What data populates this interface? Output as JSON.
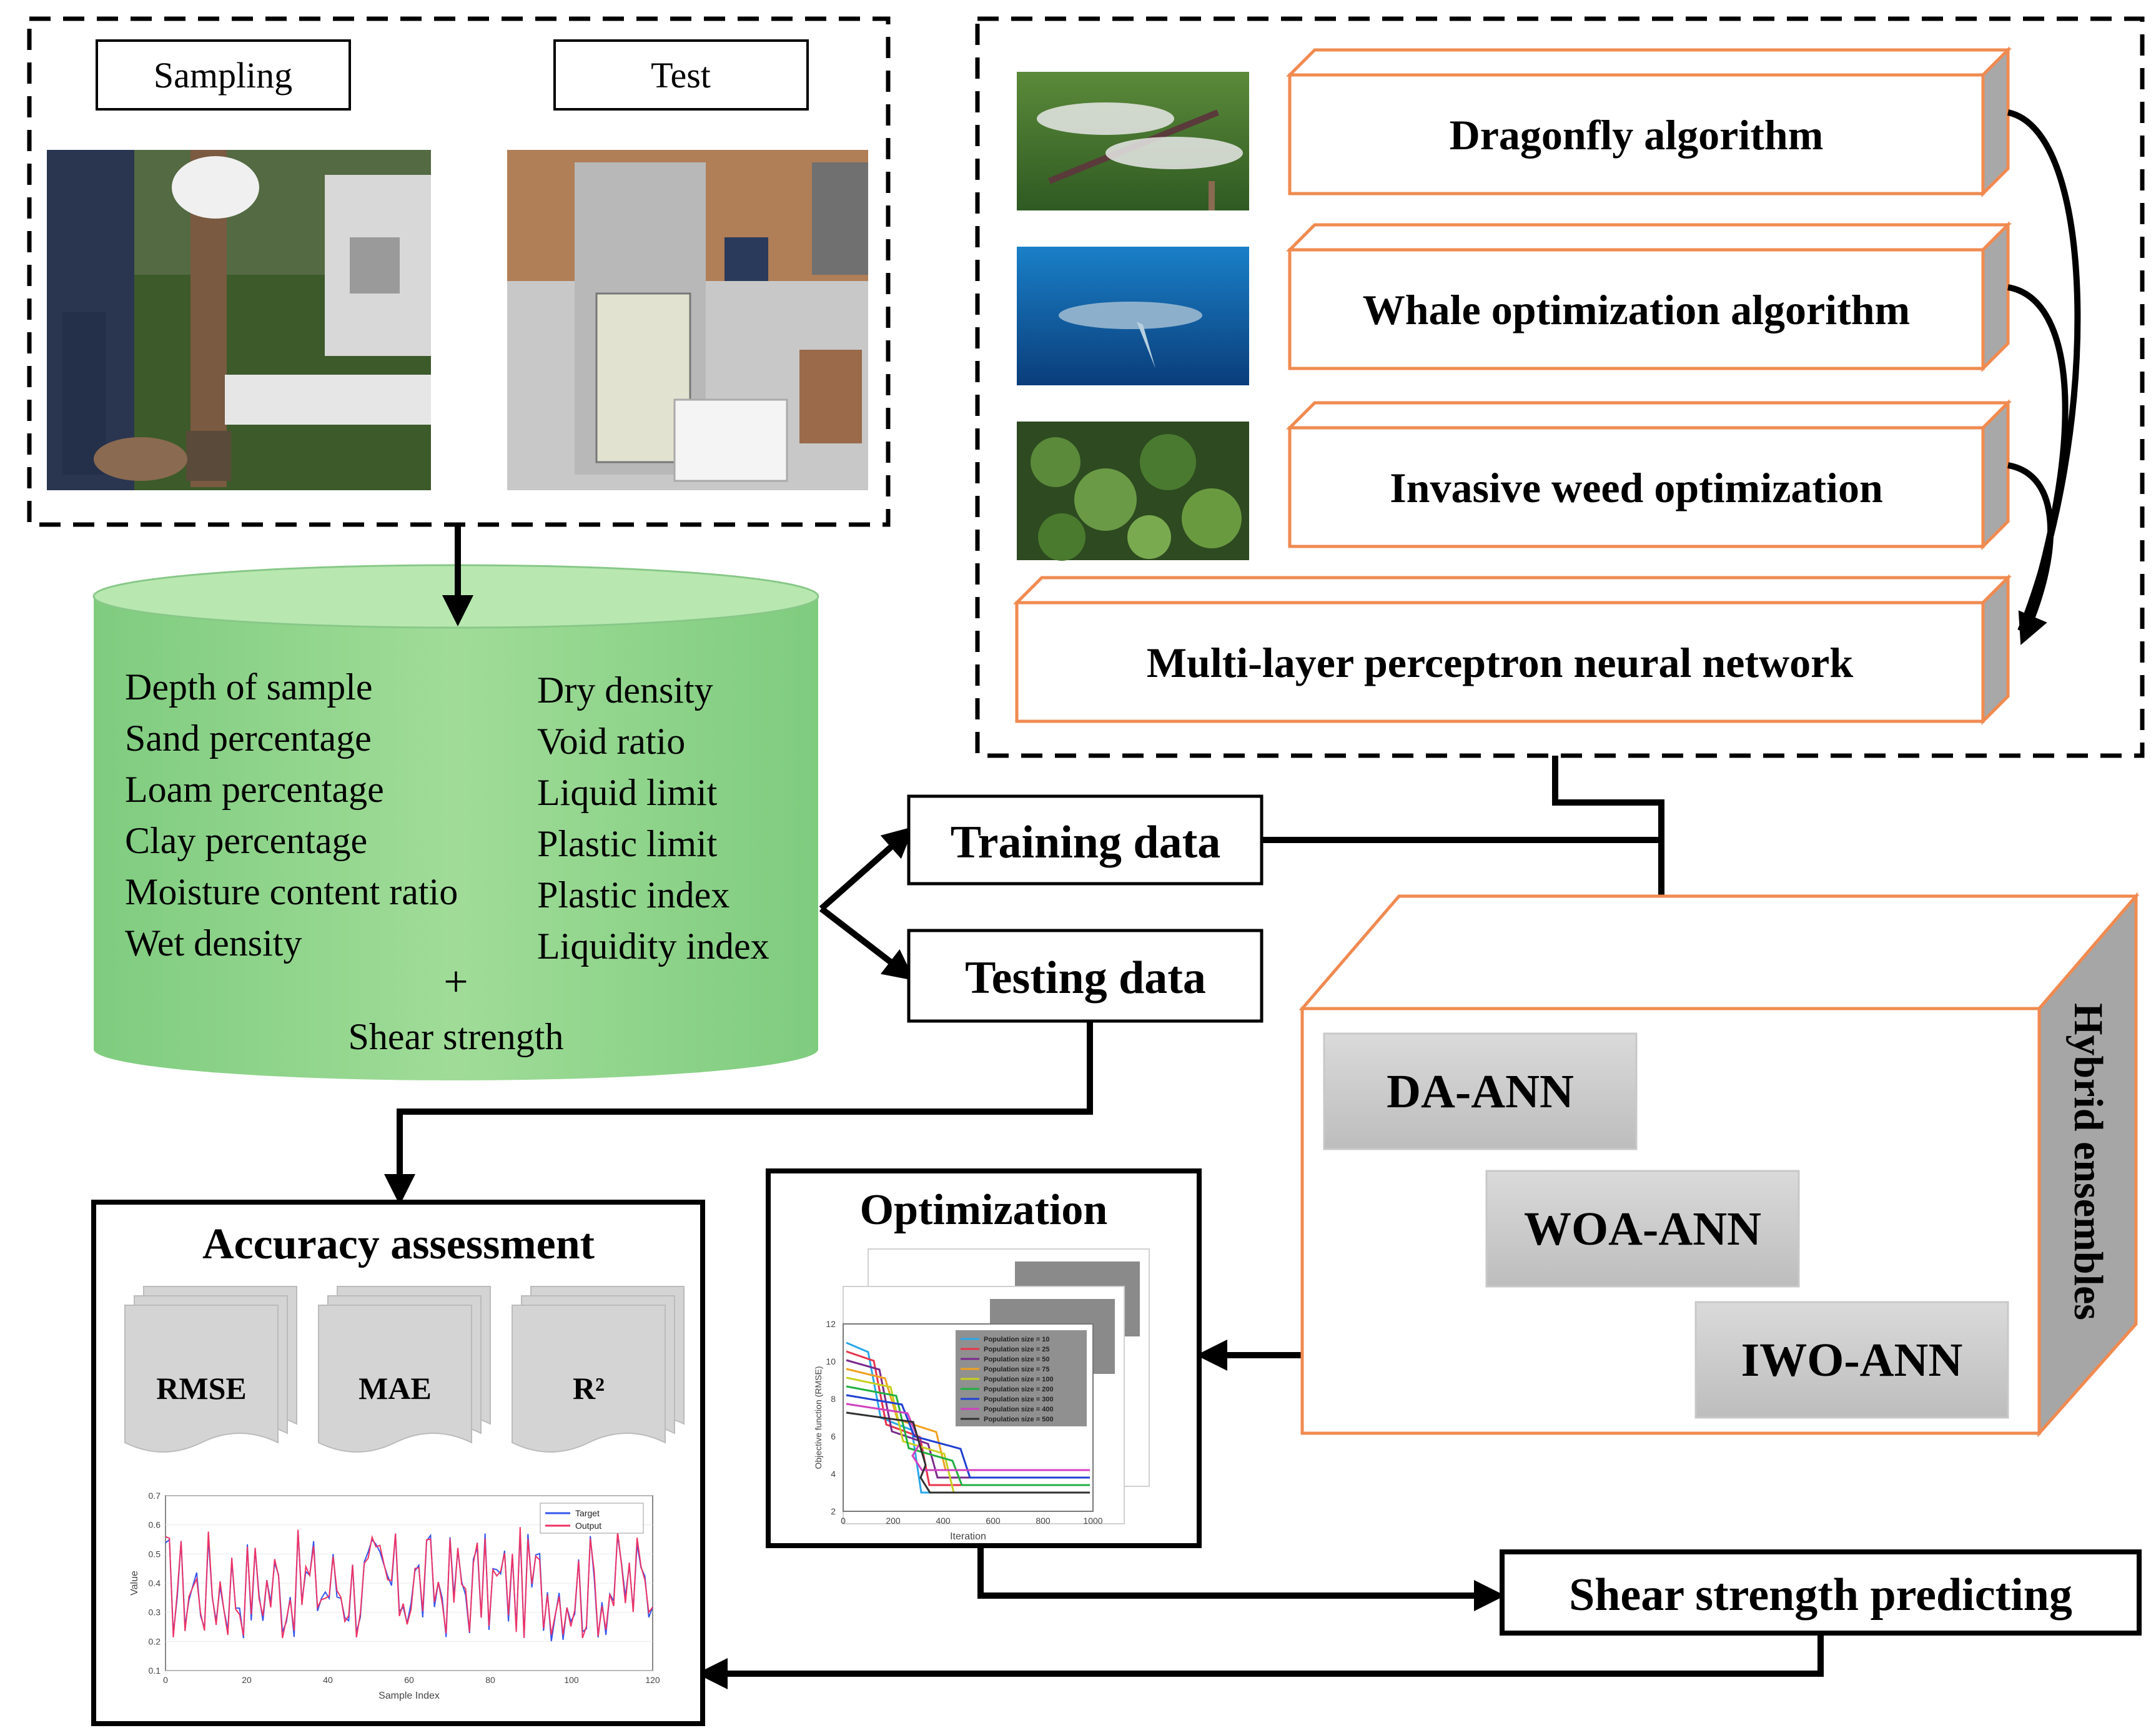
{
  "acquisition": {
    "sampling_label": "Sampling",
    "test_label": "Test"
  },
  "database": {
    "left_params": [
      "Depth of sample",
      "Sand percentage",
      "Loam percentage",
      "Clay percentage",
      "Moisture content ratio",
      "Wet density"
    ],
    "right_params": [
      "Dry density",
      "Void ratio",
      "Liquid limit",
      "Plastic limit",
      "Plastic index",
      "Liquidity index"
    ],
    "plus": "+",
    "target": "Shear strength"
  },
  "optimizers": {
    "items": [
      "Dragonfly algorithm",
      "Whale optimization algorithm",
      "Invasive weed optimization"
    ],
    "icons": [
      "dragonfly-photo",
      "whale-photo",
      "weed-photo"
    ],
    "network": "Multi-layer perceptron neural network"
  },
  "split": {
    "training": "Training data",
    "testing": "Testing data"
  },
  "hybrid": {
    "title": "Hybrid ensembles",
    "models": [
      "DA-ANN",
      "WOA-ANN",
      "IWO-ANN"
    ]
  },
  "optimization": {
    "title": "Optimization",
    "legend": [
      "Population size = 10",
      "Population size = 25",
      "Population size = 50",
      "Population size = 75",
      "Population size = 100",
      "Population size = 200",
      "Population size = 300",
      "Population size = 400",
      "Population size = 500"
    ],
    "series_colors": [
      "#2aa7e8",
      "#e8334a",
      "#7a2a8c",
      "#f0a020",
      "#c8d020",
      "#20b040",
      "#2040d0",
      "#d040c0",
      "#303030"
    ],
    "ylabel": "Objective function (RMSE)",
    "xlabel": "Iteration",
    "xticks": [
      "0",
      "200",
      "400",
      "600",
      "800",
      "1000"
    ],
    "yticks": [
      "2",
      "4",
      "6",
      "8",
      "10",
      "12"
    ]
  },
  "accuracy": {
    "title": "Accuracy assessment",
    "metrics": [
      "RMSE",
      "MAE",
      "R²"
    ],
    "chart": {
      "legend": [
        "Target",
        "Output"
      ],
      "colors": [
        "#3355ee",
        "#ee3366"
      ],
      "ylabel": "Value",
      "xlabel": "Sample Index",
      "xticks": [
        "0",
        "20",
        "40",
        "60",
        "80",
        "100",
        "120"
      ],
      "yticks": [
        "0.1",
        "0.2",
        "0.3",
        "0.4",
        "0.5",
        "0.6",
        "0.7"
      ]
    }
  },
  "prediction": {
    "label": "Shear strength predicting"
  }
}
